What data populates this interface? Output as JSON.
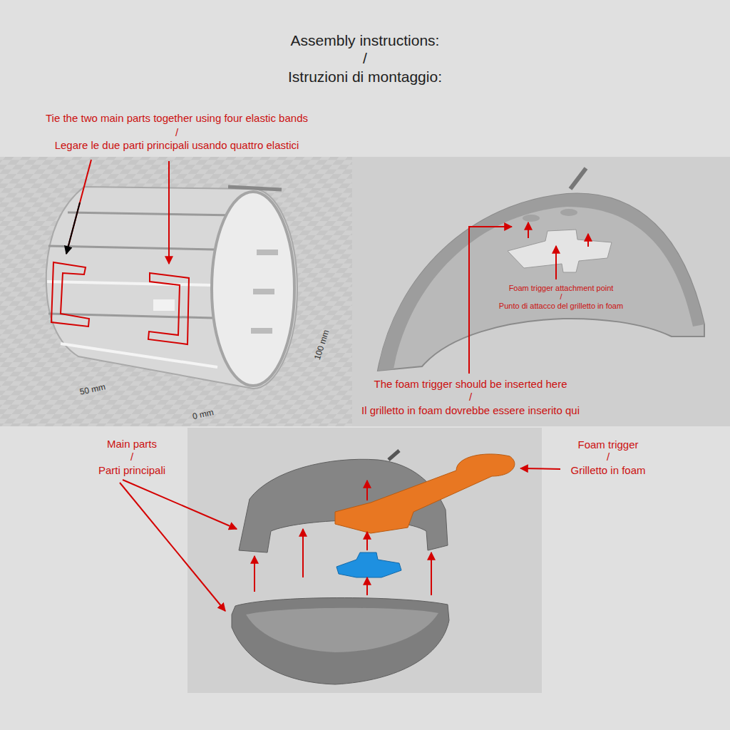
{
  "diagram": {
    "title": "Assembly instructions:",
    "labels": [
      "/",
      "Istruzioni di montaggio:",
      "Tie the two main parts together using four elastic bands",
      "/",
      "Legare le due parti principali usando quattro elastici",
      "Foam trigger attachment point",
      "/",
      "Punto di attacco del grilletto in foam",
      "The foam trigger should be inserted here",
      "/",
      "Il grilletto in foam dovrebbe essere inserito qui",
      "Main parts",
      "/",
      "Parti principali",
      "Foam trigger",
      "/",
      "Grilletto in foam",
      "50 mm",
      "0 mm",
      "100 mm"
    ]
  }
}
